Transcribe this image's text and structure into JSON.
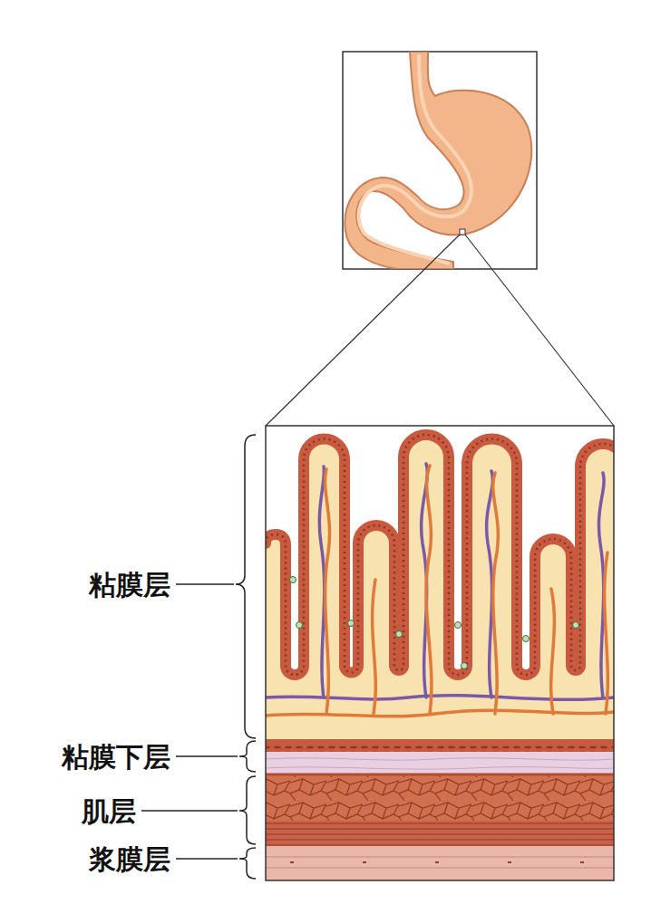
{
  "diagram": {
    "labels": [
      "粘膜层",
      "粘膜下层",
      "肌层",
      "浆膜层"
    ]
  }
}
